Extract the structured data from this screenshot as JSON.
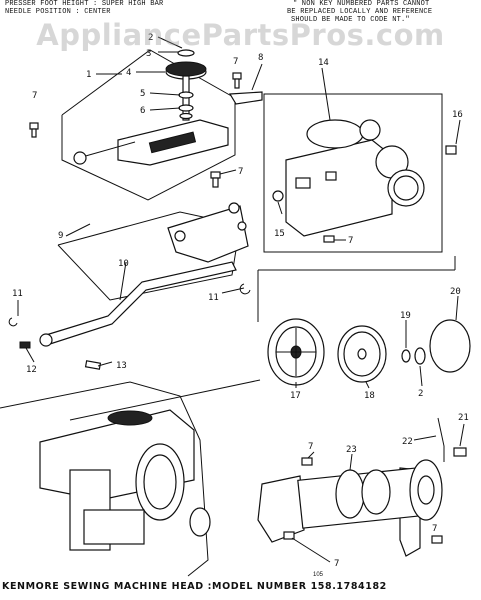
{
  "header": {
    "left_line1": "PRESSER FOOT HEIGHT : SUPER HIGH BAR",
    "left_line2": "NEEDLE POSITION : CENTER",
    "right_line1": "\" NON KEY NUMBERED PARTS CANNOT",
    "right_line2": "BE REPLACED LOCALLY AND REFERENCE",
    "right_line3": "SHOULD BE MADE TO CODE NT.\""
  },
  "watermark": "AppliancePartsPros.com",
  "footer": {
    "title": "KENMORE SEWING MACHINE HEAD :MODEL NUMBER 158.1784182",
    "page_code": "105"
  },
  "callouts": {
    "c1": "1",
    "c2a": "2",
    "c2b": "2",
    "c3": "3",
    "c4": "4",
    "c5": "5",
    "c6": "6",
    "c7a": "7",
    "c7b": "7",
    "c7c": "7",
    "c7d": "7",
    "c7e": "7",
    "c7f": "7",
    "c7g": "7",
    "c8": "8",
    "c9": "9",
    "c10": "10",
    "c11a": "11",
    "c11b": "11",
    "c12": "12",
    "c13": "13",
    "c14": "14",
    "c15": "15",
    "c16": "16",
    "c17": "17",
    "c18": "18",
    "c19": "19",
    "c20": "20",
    "c21": "21",
    "c22": "22",
    "c23": "23"
  }
}
